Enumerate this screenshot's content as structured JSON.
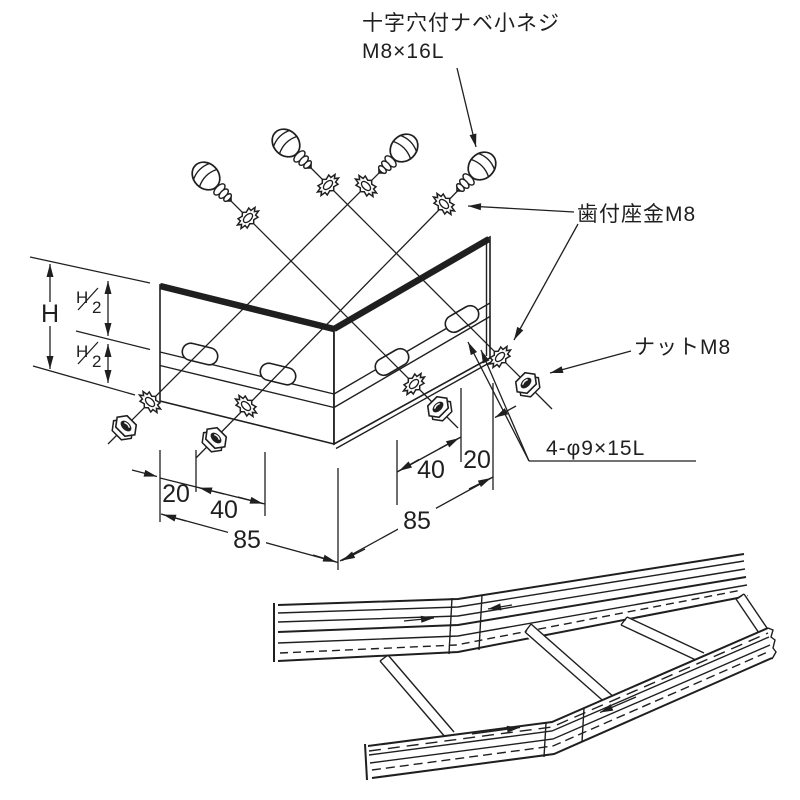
{
  "labels": {
    "screw_name": "十字穴付ナベ小ネジ",
    "screw_size": "M8×16L",
    "washer": "歯付座金M8",
    "nut": "ナットM8",
    "holes": "4-φ9×15L"
  },
  "dimensions": {
    "height": "H",
    "half_numerator": "H",
    "half_denominator": "2",
    "left_group": [
      "20",
      "40",
      "85"
    ],
    "right_group": [
      "40",
      "20",
      "85"
    ]
  },
  "colors": {
    "ink": "#1f1f1f",
    "paper": "#ffffff"
  }
}
